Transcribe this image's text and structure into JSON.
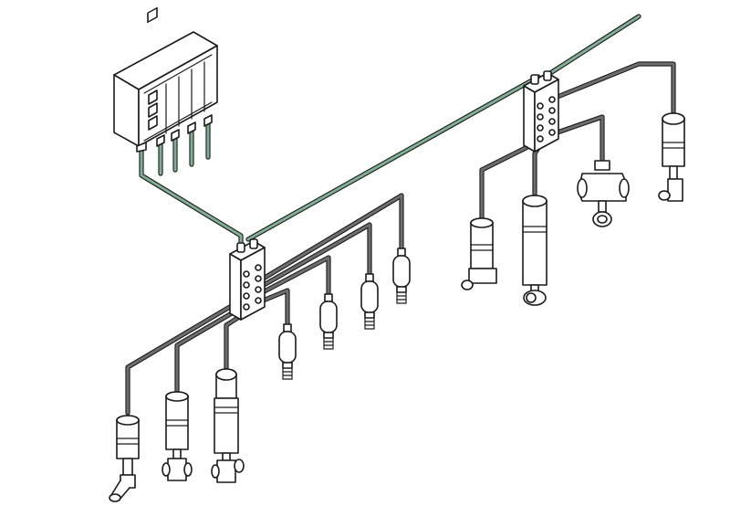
{
  "diagram": {
    "colors": {
      "bus_cable": "#7fb096",
      "device_cable": "#6e6e6e",
      "outline": "#1a1a1a",
      "background": "#ffffff"
    },
    "components": [
      {
        "kind": "control-cabinet",
        "icon": "control-cabinet-icon"
      },
      {
        "kind": "junction-box",
        "icon": "junction-box-icon",
        "count": 2
      },
      {
        "kind": "sensor",
        "icon": "sensor-icon",
        "count": 4
      },
      {
        "kind": "valve",
        "icon": "valve-icon",
        "count": 6
      },
      {
        "kind": "pneumatic-actuator",
        "icon": "actuator-icon",
        "count": 1
      }
    ]
  }
}
